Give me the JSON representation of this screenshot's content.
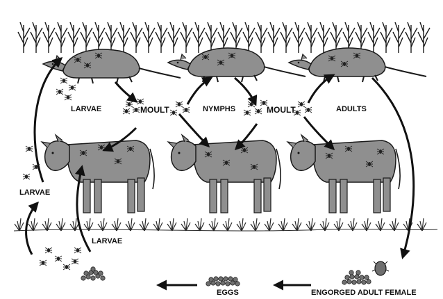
{
  "diagram": {
    "labels": {
      "larvae_top": "LARVAE",
      "moult_left": "MOULT",
      "nymphs": "NYMPHS",
      "moult_right": "MOULT",
      "adults": "ADULTS",
      "larvae_left": "LARVAE",
      "larvae_bottom": "LARVAE",
      "eggs": "EGGS",
      "engorged_female": "ENGORGED ADULT FEMALE"
    },
    "colors": {
      "animal_fill": "#8f8f8f",
      "outline": "#1a1a1a",
      "grass": "#2a2a2a",
      "tick": "#222222",
      "egg": "#6f6f6f"
    },
    "icons": {
      "rodent": "rodent-host-icon",
      "cow": "cattle-host-icon",
      "tick": "tick-icon",
      "egg_mass": "egg-mass-icon"
    }
  }
}
